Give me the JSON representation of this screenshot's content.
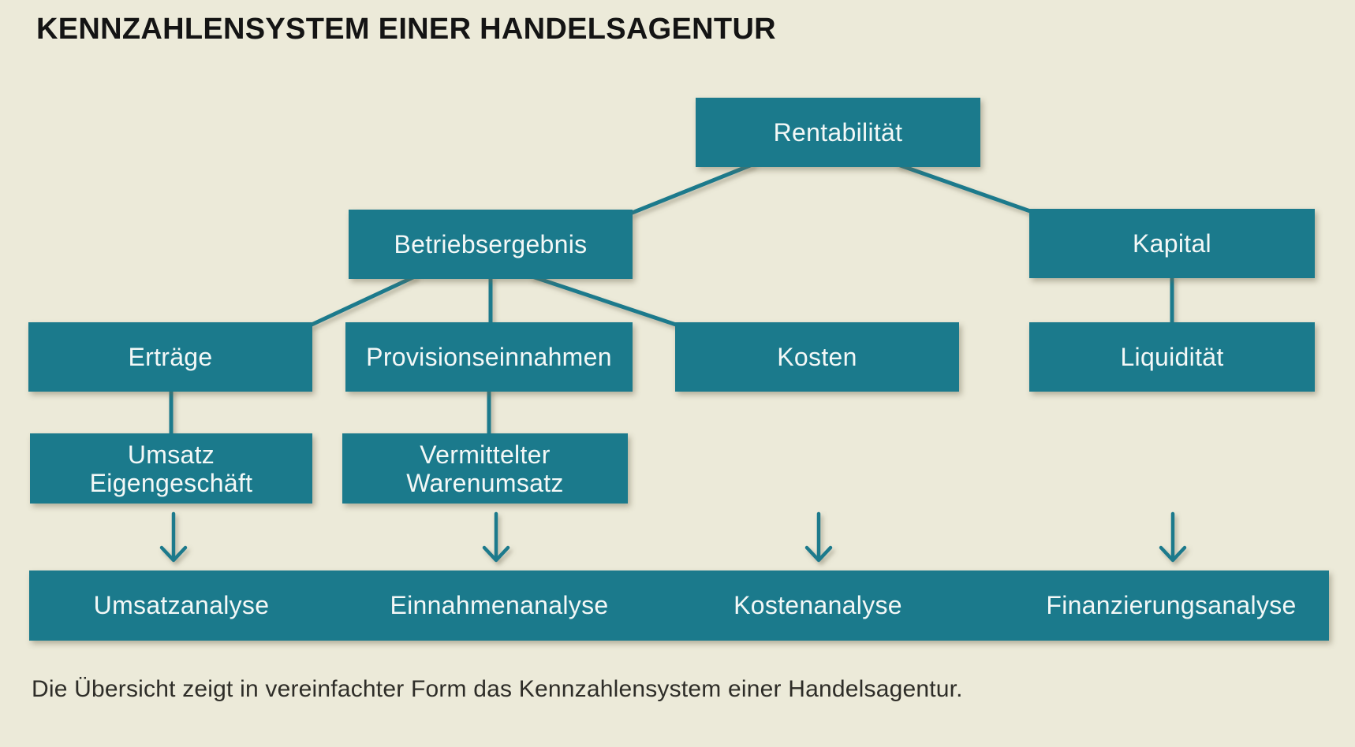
{
  "title": "KENNZAHLENSYSTEM EINER HANDELSAGENTUR",
  "colors": {
    "background": "#ecead9",
    "node_fill": "#1b7a8c",
    "node_text": "#f3f8f7",
    "title_text": "#141414",
    "caption_text": "#2e2d28"
  },
  "nodes": {
    "rentabilitaet": "Rentabilität",
    "betriebsergebnis": "Betriebsergebnis",
    "kapital": "Kapital",
    "ertraege": "Erträge",
    "provisionseinnahmen": "Provisionseinnahmen",
    "kosten": "Kosten",
    "liquiditaet": "Liquidität",
    "umsatz_eigengeschaeft": {
      "lines": [
        "Umsatz",
        "Eigengeschäft"
      ]
    },
    "vermittelter_warenumsatz": {
      "lines": [
        "Vermittelter",
        "Warenumsatz"
      ]
    }
  },
  "analysis_bar": {
    "items": [
      "Umsatzanalyse",
      "Einnahmenanalyse",
      "Kostenanalyse",
      "Finanzierungsanalyse"
    ]
  },
  "caption": "Die Übersicht zeigt in vereinfachter Form das Kennzahlensystem einer Handelsagentur."
}
